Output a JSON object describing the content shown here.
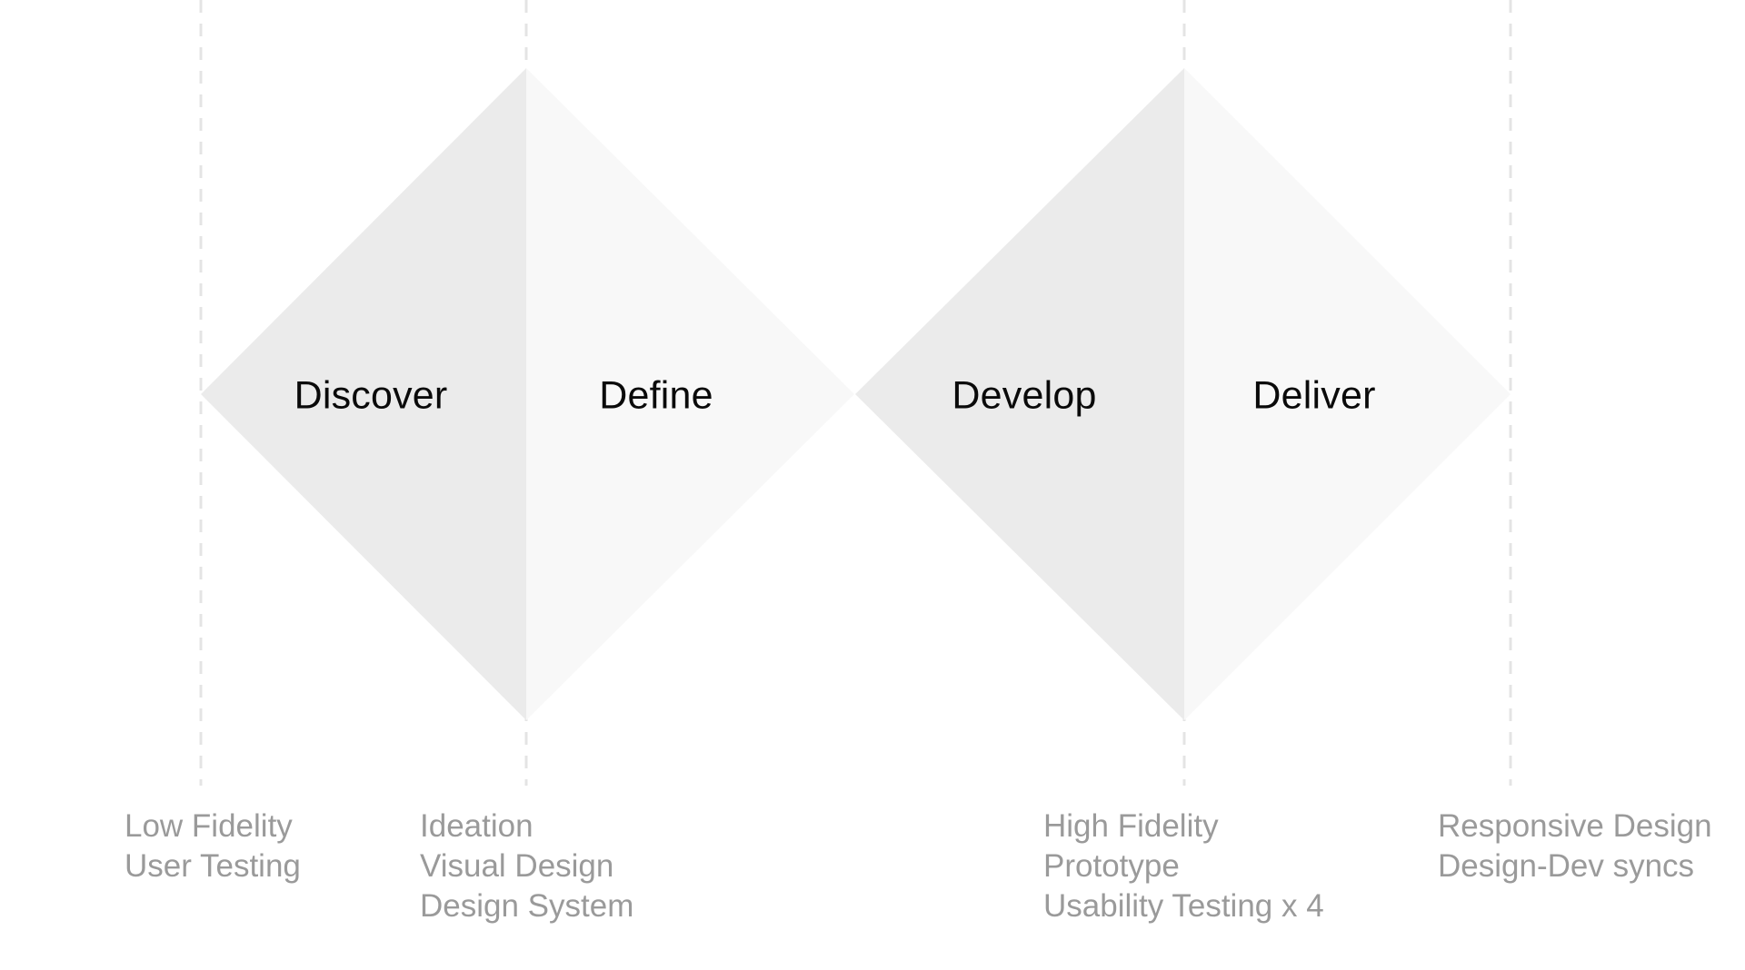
{
  "colors": {
    "background": "#ffffff",
    "diverge_fill": "#ebebeb",
    "converge_fill": "#f8f8f8",
    "guide_line": "#e4e4e4",
    "phase_text": "#0a0a0a",
    "activity_text": "#9a9a9a"
  },
  "phases": [
    {
      "label": "Discover"
    },
    {
      "label": "Define"
    },
    {
      "label": "Develop"
    },
    {
      "label": "Deliver"
    }
  ],
  "activities": [
    {
      "items": [
        "Low Fidelity",
        "User Testing"
      ]
    },
    {
      "items": [
        "Ideation",
        "Visual Design",
        "Design System"
      ]
    },
    {
      "items": [
        "High Fidelity",
        "Prototype",
        "Usability Testing x 4"
      ]
    },
    {
      "items": [
        "Responsive Design",
        "Design-Dev syncs"
      ]
    }
  ]
}
